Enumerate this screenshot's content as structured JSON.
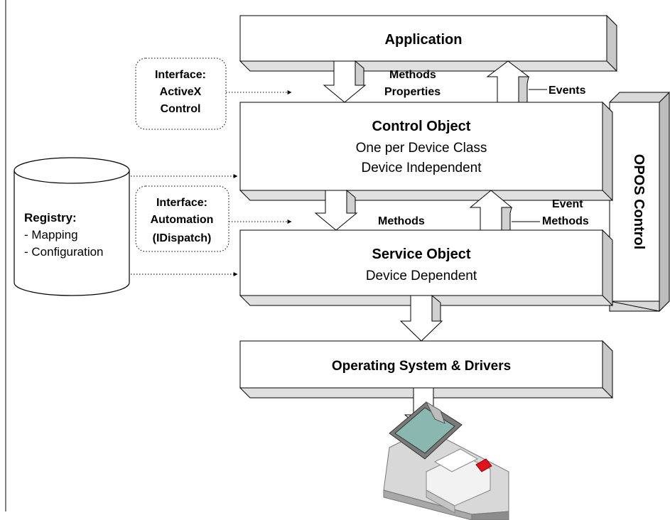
{
  "boxes": {
    "application": "Application",
    "control_title": "Control Object",
    "control_line1": "One per Device Class",
    "control_line2": "Device Independent",
    "service_title": "Service Object",
    "service_line1": "Device Dependent",
    "os": "Operating System & Drivers",
    "opos": "OPOS Control"
  },
  "flows": {
    "methods_properties_1": "Methods",
    "methods_properties_2": "Properties",
    "events": "Events",
    "methods": "Methods",
    "event_methods_1": "Event",
    "event_methods_2": "Methods"
  },
  "interfaces": {
    "activex": [
      "Interface:",
      "ActiveX",
      "Control"
    ],
    "automation": [
      "Interface:",
      "Automation",
      "(IDispatch)"
    ]
  },
  "registry": {
    "title": "Registry:",
    "items": [
      "- Mapping",
      "- Configuration"
    ]
  },
  "colors": {
    "box_fill": "#ffffff",
    "shadow_fill": "#e0e0e0",
    "outline": "#000000"
  }
}
